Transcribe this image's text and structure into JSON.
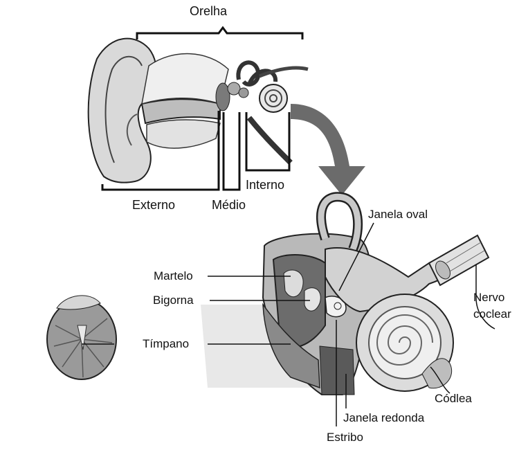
{
  "labels": {
    "ear": "Orelha",
    "outer": "Externo",
    "middle": "Médio",
    "inner": "Interno",
    "oval_window": "Janela oval",
    "malleus": "Martelo",
    "incus": "Bigorna",
    "eardrum": "Tímpano",
    "cochlear_nerve_line1": "Nervo",
    "cochlear_nerve_line2": "coclear",
    "cochlea": "Códlea",
    "round_window": "Janela redonda",
    "stapes": "Estribo"
  },
  "colors": {
    "line": "#111111",
    "dark_gray": "#4a4a4a",
    "mid_gray": "#8c8c8c",
    "light_gray": "#cfcfcf",
    "pale_gray": "#e6e6e6"
  }
}
